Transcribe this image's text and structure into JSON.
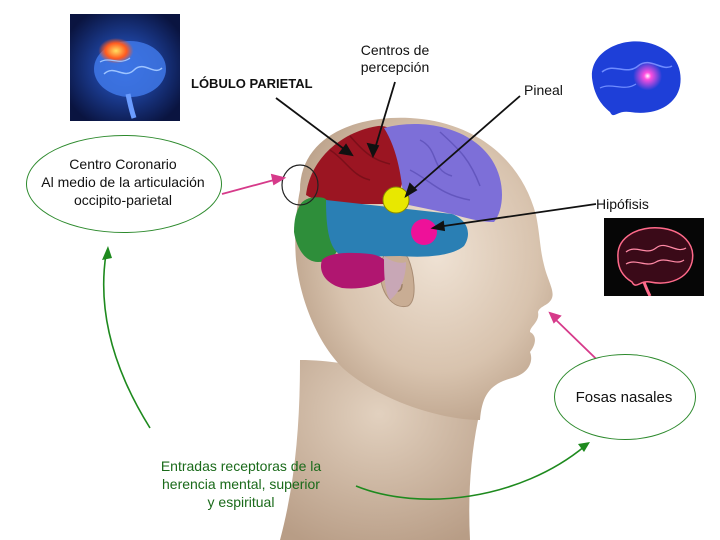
{
  "labels": {
    "parietal": "LÓBULO PARIETAL",
    "centros": [
      "Centros de",
      "percepción"
    ],
    "pineal": "Pineal",
    "hipofisis": "Hipófisis",
    "coronario": [
      "Centro Coronario",
      "Al medio de la articulación",
      "occipito-parietal"
    ],
    "fosas": "Fosas nasales",
    "entradas": [
      "Entradas receptoras de la",
      "herencia mental, superior",
      "y espiritual"
    ]
  },
  "colors": {
    "pointer_pink": "#d63a8a",
    "cycle_green": "#1e8a1e",
    "pineal_marker": "#e8e800",
    "hipofisis_marker": "#ee1199",
    "lobe_red": "#9b1522",
    "lobe_purple": "#7d6fd8",
    "lobe_blue": "#2a7fb4",
    "lobe_green": "#2e8e3a",
    "cerebellum": "#b01670",
    "skin": "#d7c2ad"
  },
  "icons": {
    "brain_thumb_top_left": "brain-glowing-parietal-icon",
    "brain_thumb_top_right": "brain-pineal-glow-icon",
    "brain_thumb_right": "brain-red-glow-icon"
  }
}
